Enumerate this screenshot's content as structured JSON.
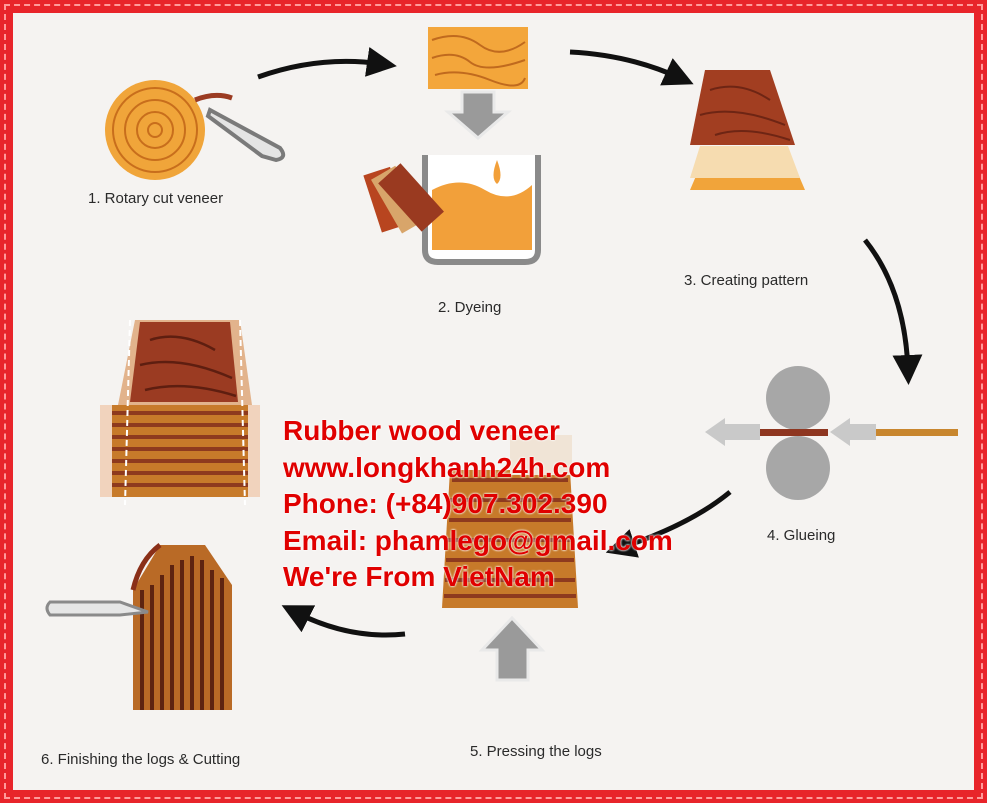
{
  "steps": [
    {
      "label": "1. Rotary cut veneer"
    },
    {
      "label": "2. Dyeing"
    },
    {
      "label": "3. Creating pattern"
    },
    {
      "label": "4. Glueing"
    },
    {
      "label": "5. Pressing the logs"
    },
    {
      "label": "6. Finishing the logs & Cutting"
    }
  ],
  "promo": {
    "title": "Rubber wood veneer",
    "website": "www.longkhanh24h.com",
    "phone": "Phone: (+84)907.302.390",
    "email": "Email: phamlego@gmail.com",
    "origin": "We're From VietNam"
  },
  "colors": {
    "frame": "#e8242a",
    "promo_text": "#e00000",
    "wood_light": "#f0a53a",
    "wood_dark": "#9b3b22",
    "arrow": "#111111"
  },
  "icons": [
    "log-roll-icon",
    "knife-icon",
    "wood-board-icon",
    "down-arrow-icon",
    "color-swatch-icon",
    "dye-tank-icon",
    "veneer-stack-icon",
    "roller-icon",
    "press-stack-icon",
    "up-arrow-icon",
    "veneer-block-icon"
  ]
}
